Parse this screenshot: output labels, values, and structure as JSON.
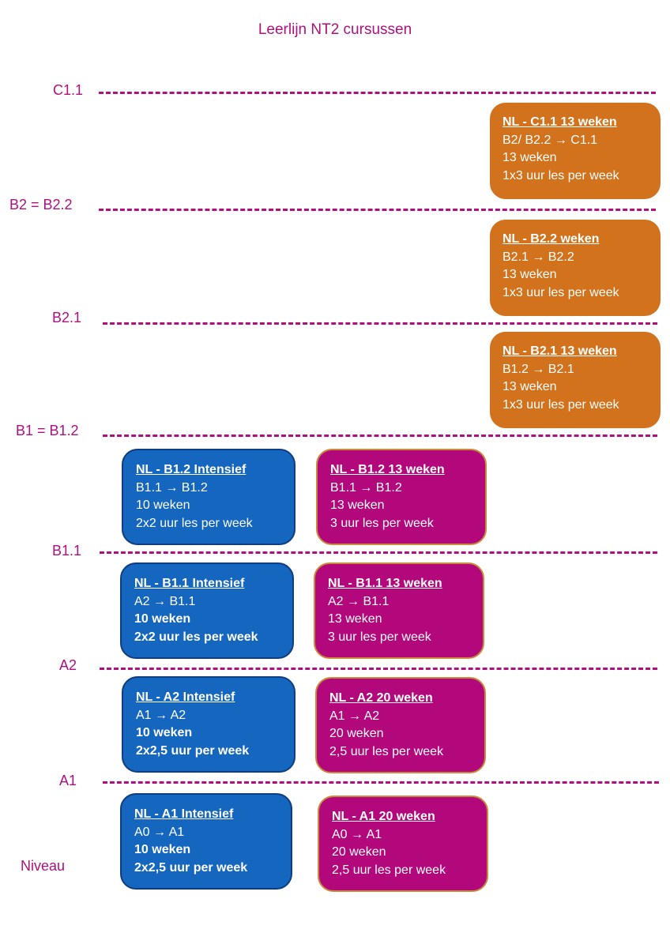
{
  "title": "Leerlijn NT2 cursussen",
  "colors": {
    "accent": "#b0107e",
    "orange": "#d2721c",
    "blue": "#1566bf",
    "magenta": "#b2087c"
  },
  "levels": {
    "c1_1": "C1.1",
    "b2_2": "B2 = B2.2",
    "b2_1": "B2.1",
    "b1_2": "B1 = B1.2",
    "b1_1": "B1.1",
    "a2": "A2",
    "a1": "A1",
    "niveau": "Niveau"
  },
  "courses": {
    "c1_1": {
      "title": "NL - C1.1 13 weken",
      "route": "B2/ B2.2 → C1.1",
      "duration": "13 weken",
      "hours": "1x3 uur les per week"
    },
    "b2_2": {
      "title": "NL - B2.2 weken",
      "route": "B2.1 → B2.2",
      "duration": "13 weken",
      "hours": "1x3 uur les per week"
    },
    "b2_1": {
      "title": "NL - B2.1 13 weken",
      "route": "B1.2 → B2.1",
      "duration": "13 weken",
      "hours": "1x3 uur les per week"
    },
    "b1_2_intensief": {
      "title": "NL - B1.2 Intensief",
      "route": "B1.1 → B1.2",
      "duration": "10 weken",
      "hours": "2x2 uur les per week"
    },
    "b1_2_13": {
      "title": "NL - B1.2 13 weken",
      "route": "B1.1 → B1.2",
      "duration": "13 weken",
      "hours": "3 uur les per week"
    },
    "b1_1_intensief": {
      "title": "NL - B1.1 Intensief",
      "route": "A2 → B1.1",
      "duration": "10 weken",
      "hours": "2x2 uur les per week"
    },
    "b1_1_13": {
      "title": "NL - B1.1 13 weken",
      "route": "A2 → B1.1",
      "duration": "13 weken",
      "hours": "3 uur les per week"
    },
    "a2_intensief": {
      "title": "NL - A2 Intensief",
      "route": "A1 → A2",
      "duration": "10 weken",
      "hours": "2x2,5 uur per week"
    },
    "a2_20": {
      "title": "NL - A2 20 weken",
      "route": "A1 → A2",
      "duration": "20 weken",
      "hours": "2,5 uur les per week"
    },
    "a1_intensief": {
      "title": "NL - A1 Intensief",
      "route": "A0 → A1",
      "duration": "10 weken",
      "hours": "2x2,5 uur per week"
    },
    "a1_20": {
      "title": "NL - A1 20 weken",
      "route": "A0 → A1",
      "duration": "20 weken",
      "hours": "2,5 uur les per week"
    }
  }
}
